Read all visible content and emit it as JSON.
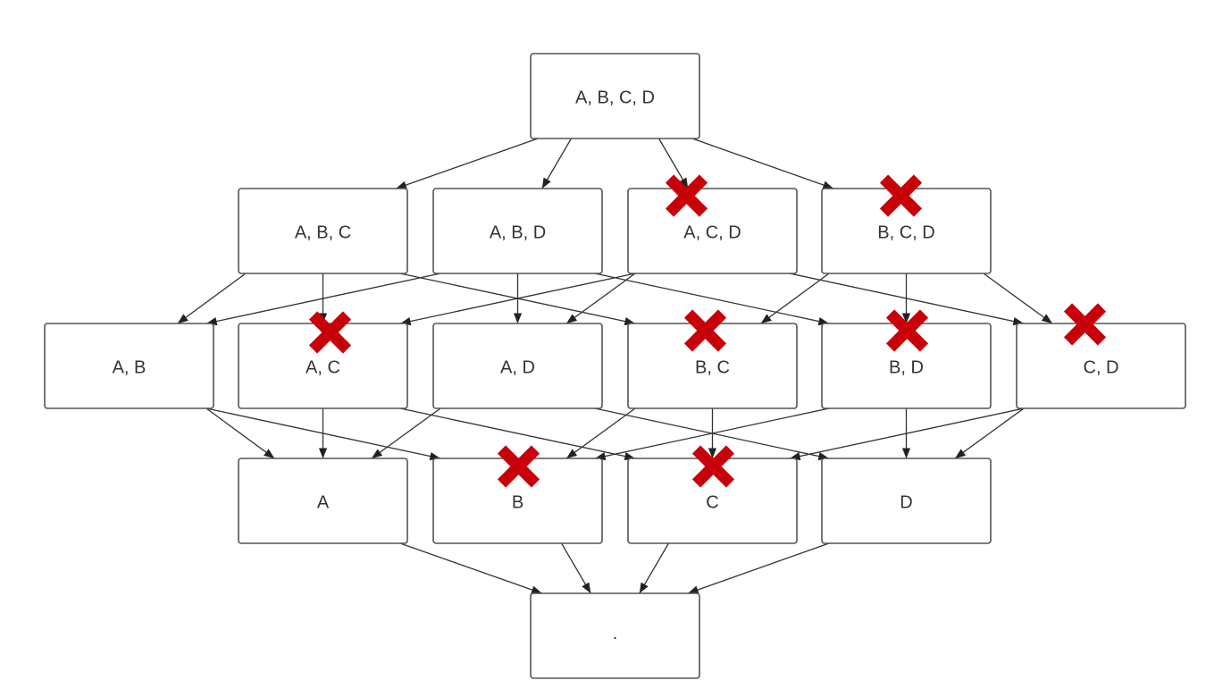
{
  "title": "Itemset lattice with pruned subsets",
  "colors": {
    "cross": "#c8000a",
    "box_border": "#555555",
    "edge": "#333333"
  },
  "rows": [
    [
      {
        "label": "A, B, C, D",
        "pruned": false
      }
    ],
    [
      {
        "label": "A, B, C",
        "pruned": false
      },
      {
        "label": "A, B, D",
        "pruned": false
      },
      {
        "label": "A, C, D",
        "pruned": true
      },
      {
        "label": "B, C, D",
        "pruned": true
      }
    ],
    [
      {
        "label": "A, B",
        "pruned": false
      },
      {
        "label": "A, C",
        "pruned": true
      },
      {
        "label": "A, D",
        "pruned": false
      },
      {
        "label": "B, C",
        "pruned": true
      },
      {
        "label": "B, D",
        "pruned": true
      },
      {
        "label": "C, D",
        "pruned": true
      }
    ],
    [
      {
        "label": "A",
        "pruned": false
      },
      {
        "label": "B",
        "pruned": true
      },
      {
        "label": "C",
        "pruned": true
      },
      {
        "label": "D",
        "pruned": false
      }
    ],
    [
      {
        "label": "·",
        "pruned": false
      }
    ]
  ]
}
